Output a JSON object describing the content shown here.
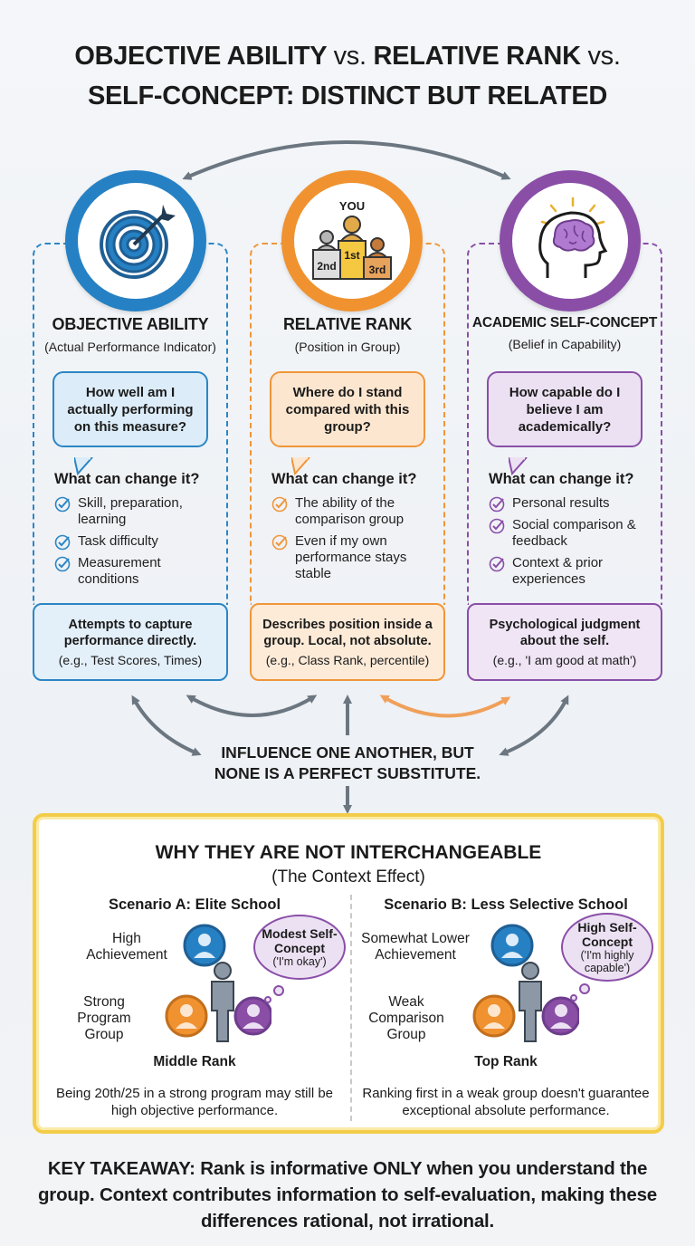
{
  "title": {
    "part1": "OBJECTIVE ABILITY",
    "vs1": "vs.",
    "part2": "RELATIVE RANK",
    "vs2": "vs.",
    "line2": "SELF-CONCEPT: DISTINCT BUT RELATED"
  },
  "colors": {
    "blue": "#2681c4",
    "orange": "#f0922f",
    "purple": "#8a4ea7",
    "yellow": "#f3cd4a",
    "arrow_gray": "#6b7680"
  },
  "columns": [
    {
      "icon": "target-icon",
      "heading": "OBJECTIVE ABILITY",
      "subheading": "(Actual Performance Indicator)",
      "question": "How well am I actually performing on this measure?",
      "change_heading": "What can change it?",
      "change_items": [
        "Skill, preparation, learning",
        "Task difficulty",
        "Measurement conditions"
      ],
      "footer_bold": "Attempts to capture performance directly.",
      "footer_example": "(e.g., Test Scores, Times)"
    },
    {
      "icon": "podium-icon",
      "icon_text": {
        "you": "YOU",
        "first": "1st",
        "second": "2nd",
        "third": "3rd"
      },
      "heading": "RELATIVE RANK",
      "subheading": "(Position in Group)",
      "question": "Where do I stand compared with this group?",
      "change_heading": "What can change it?",
      "change_items": [
        "The ability of the comparison group",
        "Even if my own performance stays stable"
      ],
      "footer_bold": "Describes position inside a group. Local, not absolute.",
      "footer_example": "(e.g., Class Rank, percentile)"
    },
    {
      "icon": "brain-head-icon",
      "heading": "ACADEMIC SELF-CONCEPT",
      "subheading": "(Belief in Capability)",
      "question": "How capable do I believe I am academically?",
      "change_heading": "What can change it?",
      "change_items": [
        "Personal results",
        "Social comparison & feedback",
        "Context & prior experiences"
      ],
      "footer_bold": "Psychological judgment about the self.",
      "footer_example": "(e.g., 'I am good at math')"
    }
  ],
  "influence": {
    "line1": "INFLUENCE ONE ANOTHER, BUT",
    "line2": "NONE IS A PERFECT SUBSTITUTE."
  },
  "context": {
    "title": "WHY THEY ARE NOT INTERCHANGEABLE",
    "subtitle": "(The Context Effect)",
    "scenarios": [
      {
        "title": "Scenario A: Elite School",
        "achievement": "High Achievement",
        "group": "Strong Program Group",
        "thought_bold": "Modest Self-Concept",
        "thought_quote": "('I'm okay')",
        "rank": "Middle Rank",
        "note": "Being 20th/25 in a strong program may still be high objective performance."
      },
      {
        "title": "Scenario B: Less Selective School",
        "achievement": "Somewhat Lower Achievement",
        "group": "Weak Comparison Group",
        "thought_bold": "High Self-Concept",
        "thought_quote": "('I'm highly capable')",
        "rank": "Top Rank",
        "note": "Ranking first in a weak group doesn't guarantee exceptional absolute performance."
      }
    ]
  },
  "takeaway": "KEY TAKEAWAY: Rank is informative ONLY when you understand the group. Context contributes information to self-evaluation, making these differences rational, not irrational."
}
